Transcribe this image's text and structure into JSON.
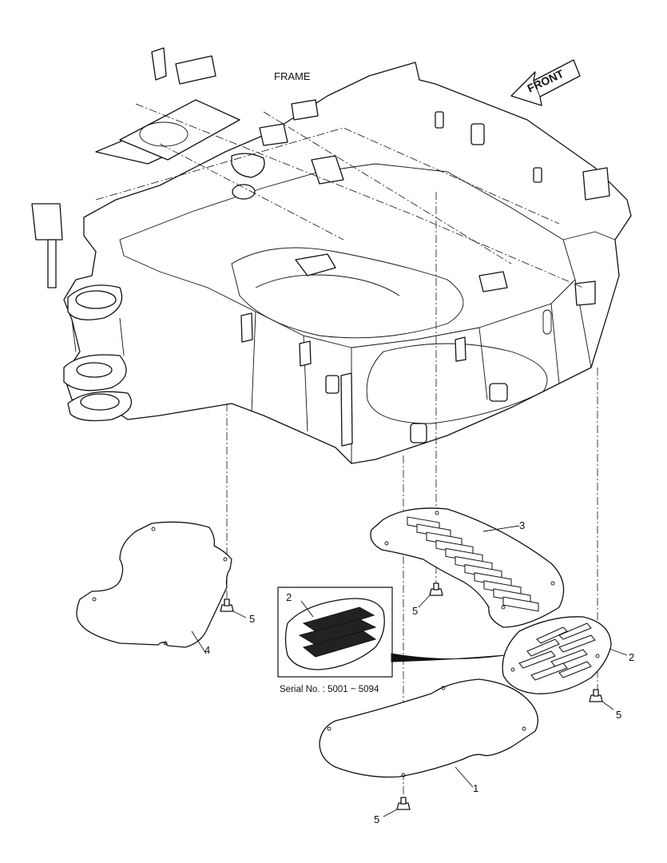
{
  "frame_label": "FRAME",
  "front_label": "FRONT",
  "inset_serial": "Serial No. : 5001 ~ 5094",
  "inset_part": "2",
  "callouts": {
    "p1": "1",
    "p2": "2",
    "p3": "3",
    "p4": "4",
    "p5_left": "5",
    "p5_mid": "5",
    "p5_right": "5",
    "p5_bottom": "5"
  }
}
